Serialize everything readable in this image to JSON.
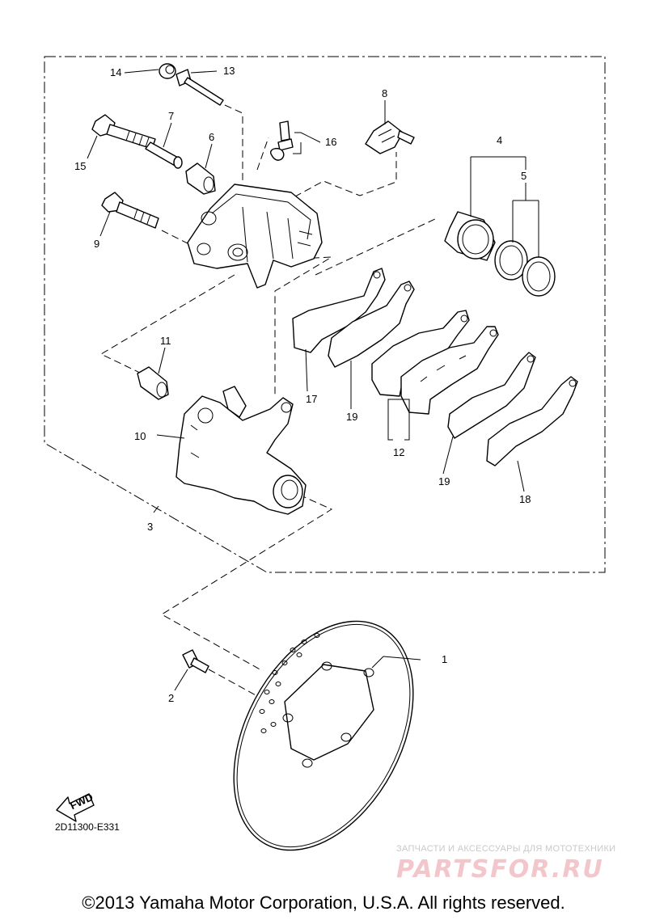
{
  "diagram": {
    "code": "2D11300-E331",
    "callouts": [
      "1",
      "2",
      "3",
      "4",
      "5",
      "6",
      "7",
      "8",
      "9",
      "10",
      "11",
      "12",
      "13",
      "14",
      "15",
      "16",
      "17",
      "18",
      "19",
      "19"
    ],
    "fwd_label": "FWD"
  },
  "watermark": {
    "tagline": "ЗАПЧАСТИ И АКСЕССУАРЫ ДЛЯ МОТОТЕХНИКИ",
    "brand": "PARTSFOR.RU"
  },
  "footer": {
    "copyright": "©2013 Yamaha Motor Corporation, U.S.A. All rights reserved."
  }
}
